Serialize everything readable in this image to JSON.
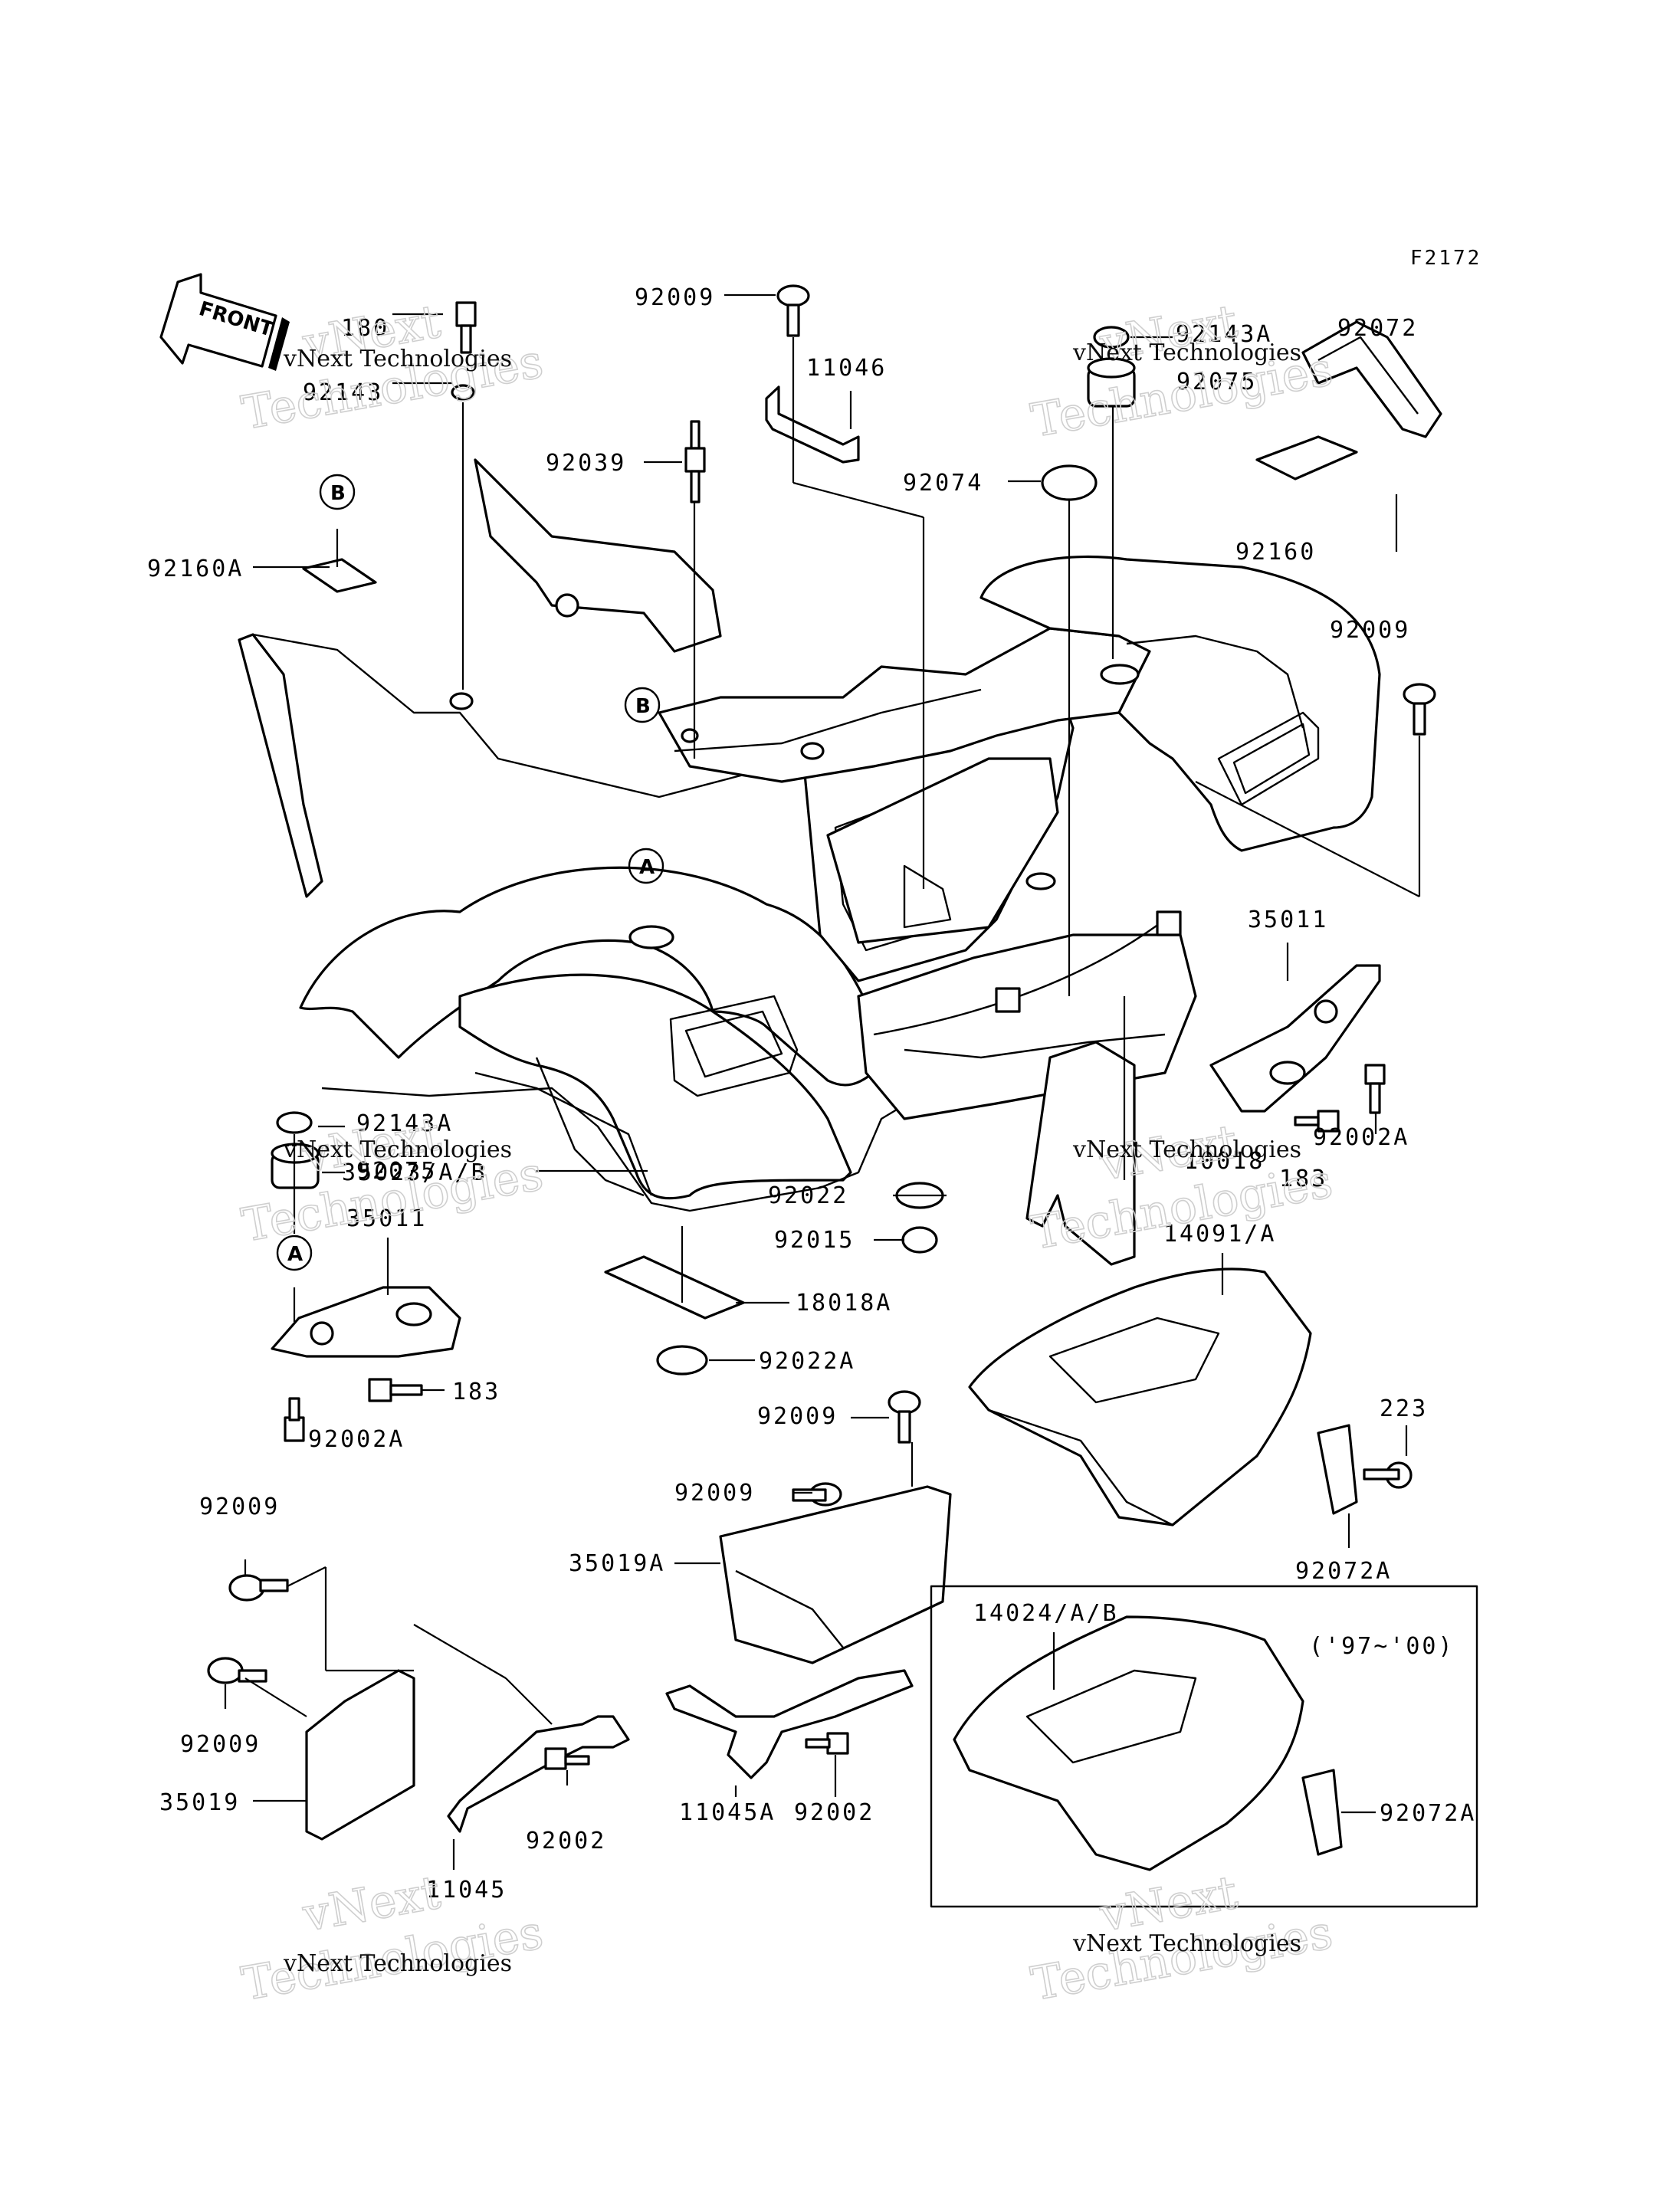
{
  "figure_code": "F2172",
  "front_label": "FRONT",
  "variant_note": "('97~'00)",
  "watermark": {
    "line1": "vNext Technologies",
    "big1": "vNext",
    "big2": "Technologies"
  },
  "ref_markers": {
    "a": "A",
    "b": "B"
  },
  "labels": {
    "l180": "180",
    "l92143_tl": "92143",
    "l92160A": "92160A",
    "l92009_top": "92009",
    "l11046": "11046",
    "l92039": "92039",
    "l92074": "92074",
    "l92143A_tr": "92143A",
    "l92072": "92072",
    "l92075_tr": "92075",
    "l92160": "92160",
    "l92009_r": "92009",
    "l35011_r": "35011",
    "l92002A_r": "92002A",
    "l183_r": "183",
    "l10018": "10018",
    "l35023": "35023/A/B",
    "l92143A_l": "92143A",
    "l92075_l": "92075",
    "l35011_l": "35011",
    "l183_l": "183",
    "l92002A_l": "92002A",
    "l92022": "92022",
    "l92015": "92015",
    "l18018A": "18018A",
    "l92022A": "92022A",
    "l14091": "14091/A",
    "l223": "223",
    "l92072A_r": "92072A",
    "l92009_c1": "92009",
    "l92009_c2": "92009",
    "l35019A": "35019A",
    "l92009_bl1": "92009",
    "l92009_bl2": "92009",
    "l35019": "35019",
    "l11045": "11045",
    "l92002_c": "92002",
    "l11045A": "11045A",
    "l92002_c2": "92002",
    "l14024": "14024/A/B",
    "l92072A_box": "92072A"
  }
}
